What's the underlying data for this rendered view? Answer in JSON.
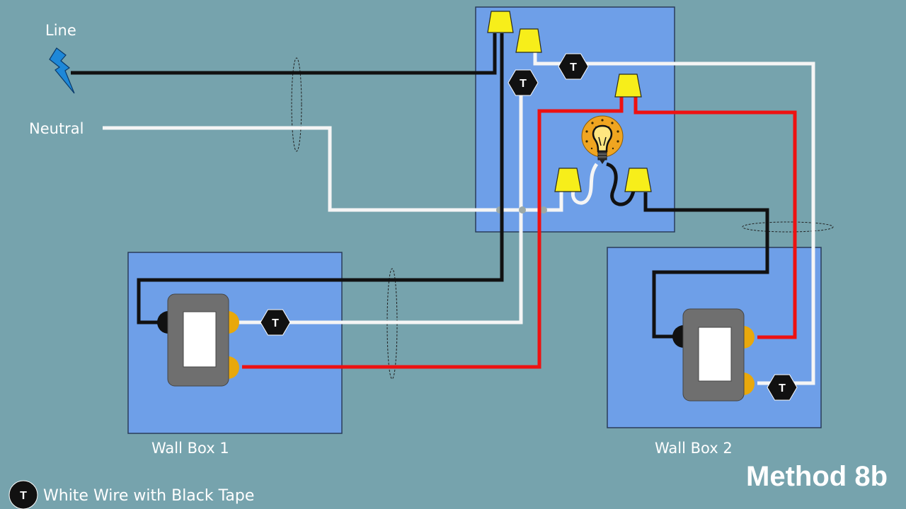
{
  "labels": {
    "line": "Line",
    "neutral": "Neutral",
    "wall_box_1": "Wall Box 1",
    "wall_box_2": "Wall Box 2",
    "method": "Method 8b",
    "tape_marker": "T",
    "legend_text": "White Wire with Black Tape"
  },
  "colors": {
    "background": "#76a3ad",
    "box_fill": "#6e9fe8",
    "box_stroke": "#2a3c5a",
    "hot_wire": "#111111",
    "neutral_wire": "#f5f5f5",
    "traveler_wire": "#ee1111",
    "wire_nut": "#f7ee1a",
    "terminal_brass": "#e8a80c",
    "switch_body": "#6f6f6f"
  },
  "icons": {
    "line_source": "lightning-bolt-icon",
    "fixture": "light-bulb-icon",
    "tape_marker": "hexagon-t-icon"
  }
}
